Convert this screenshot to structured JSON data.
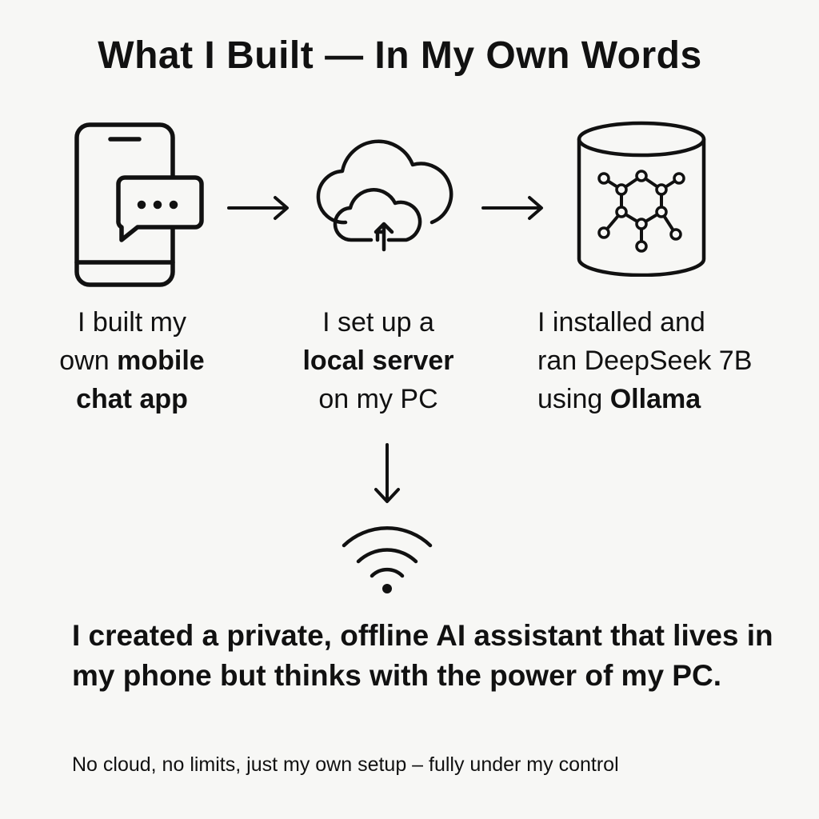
{
  "title": "What I Built — In My Own Words",
  "steps": [
    {
      "icon": "phone-chat-icon",
      "caption": {
        "line1": "I built my",
        "line2_pre": "own ",
        "line2_bold": "mobile",
        "line3_bold": "chat app"
      }
    },
    {
      "icon": "cloud-upload-icon",
      "caption": {
        "line1": "I set up a",
        "line2_bold": "local server",
        "line3": "on my PC"
      }
    },
    {
      "icon": "database-network-icon",
      "caption": {
        "line1": "I installed and",
        "line2": "ran DeepSeek 7B",
        "line3_pre": "using ",
        "line3_bold": "Ollama"
      }
    }
  ],
  "connector_icons": [
    "arrow-right-icon",
    "arrow-right-icon",
    "arrow-down-icon",
    "wifi-icon"
  ],
  "summary": "I created a private, offline AI assistant that lives in my phone but thinks with the power of my PC.",
  "footnote": "No cloud, no limits, just my own setup – fully under my control",
  "colors": {
    "background": "#f7f7f5",
    "ink": "#111111"
  }
}
